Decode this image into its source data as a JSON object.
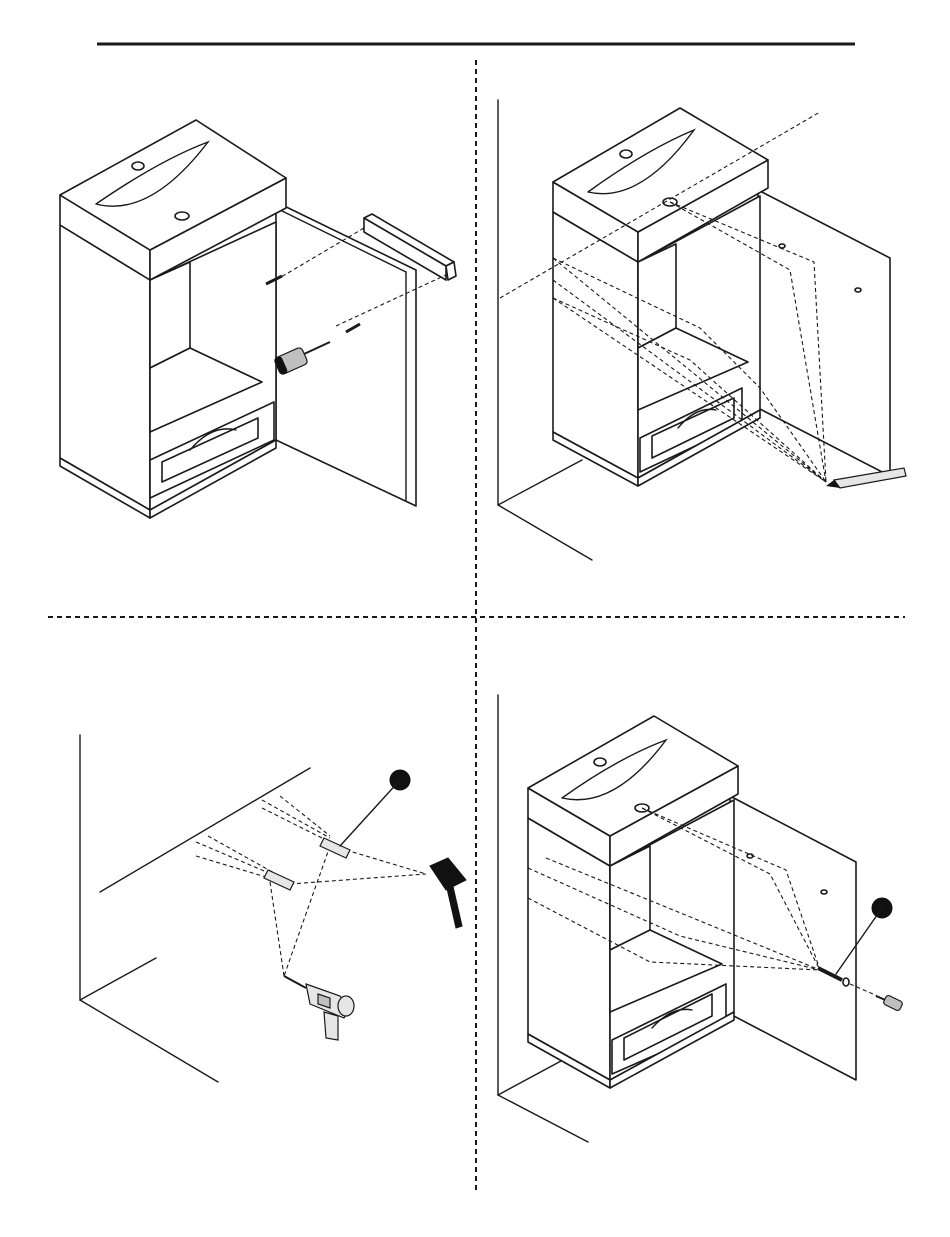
{
  "sheet": {
    "panels": [
      {
        "id": "panel-1",
        "step": "attach-wall-bracket-to-cabinet"
      },
      {
        "id": "panel-2",
        "step": "mark-drill-points-on-wall"
      },
      {
        "id": "panel-3",
        "step": "drill-and-insert-anchors"
      },
      {
        "id": "panel-4",
        "step": "secure-cabinet-to-wall"
      }
    ],
    "callouts": [
      {
        "panel": "panel-3",
        "marker": "filled-circle"
      },
      {
        "panel": "panel-4",
        "marker": "filled-circle"
      }
    ]
  },
  "icons": {
    "panel_1": [
      "wall-bracket-icon",
      "screw-icon",
      "screwdriver-icon"
    ],
    "panel_2": [
      "pencil-icon"
    ],
    "panel_3": [
      "wall-anchor-icon",
      "rubber-mallet-icon",
      "power-drill-icon"
    ],
    "panel_4": [
      "screw-icon",
      "washer-icon",
      "screwdriver-icon"
    ]
  },
  "colors": {
    "ink": "#1a1a1a",
    "paper": "#ffffff",
    "tool_fill": "#bfbfbf"
  }
}
